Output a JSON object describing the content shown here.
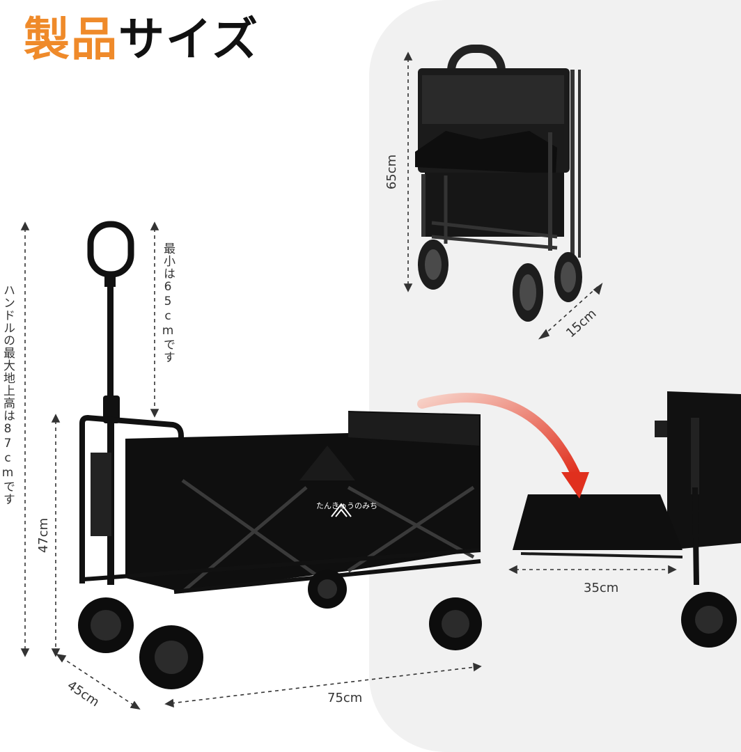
{
  "title": {
    "part1": "製品",
    "part2": "サイズ"
  },
  "brand": {
    "name": "たんきゅうのみち"
  },
  "dimensions": {
    "handle_max_height": "ハンドルの最大地上高は87cmです",
    "handle_min_height": "最小は65cmです",
    "body_height": "47cm",
    "depth": "45cm",
    "length": "75cm",
    "folded_height": "65cm",
    "folded_thickness": "15cm",
    "tailgate_length": "35cm"
  },
  "colors": {
    "accent_orange": "#ef8a2a",
    "arrow_red": "#e0301e",
    "wagon_black": "#111111",
    "panel_grey": "#f1f1f1"
  }
}
